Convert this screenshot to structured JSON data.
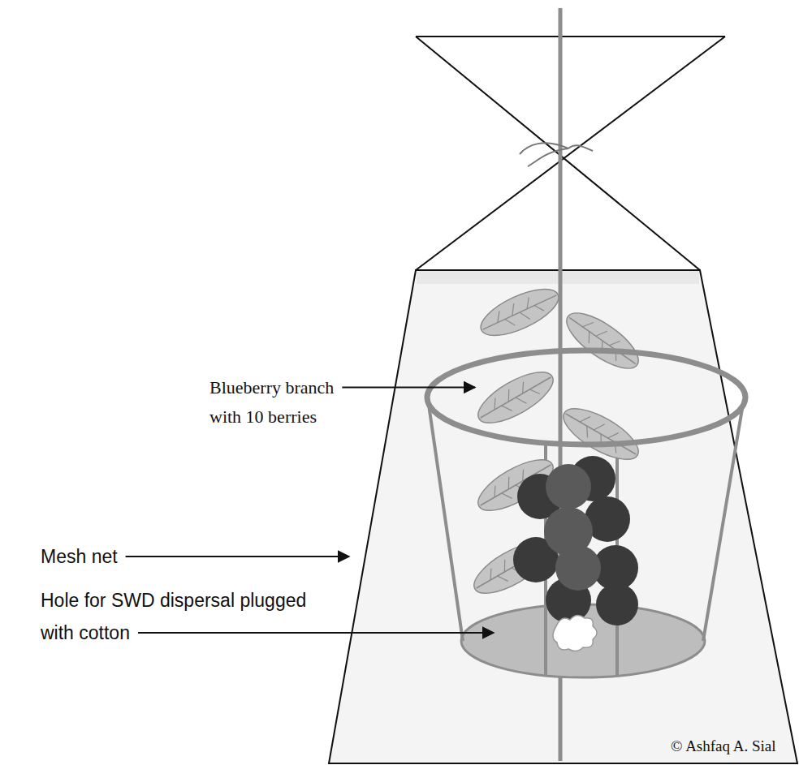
{
  "diagram": {
    "labels": [
      "Blueberry branch with 10 berries",
      "Mesh net",
      "Hole for SWD dispersal plugged with cotton",
      "© Ashfaq A. Sial"
    ]
  }
}
